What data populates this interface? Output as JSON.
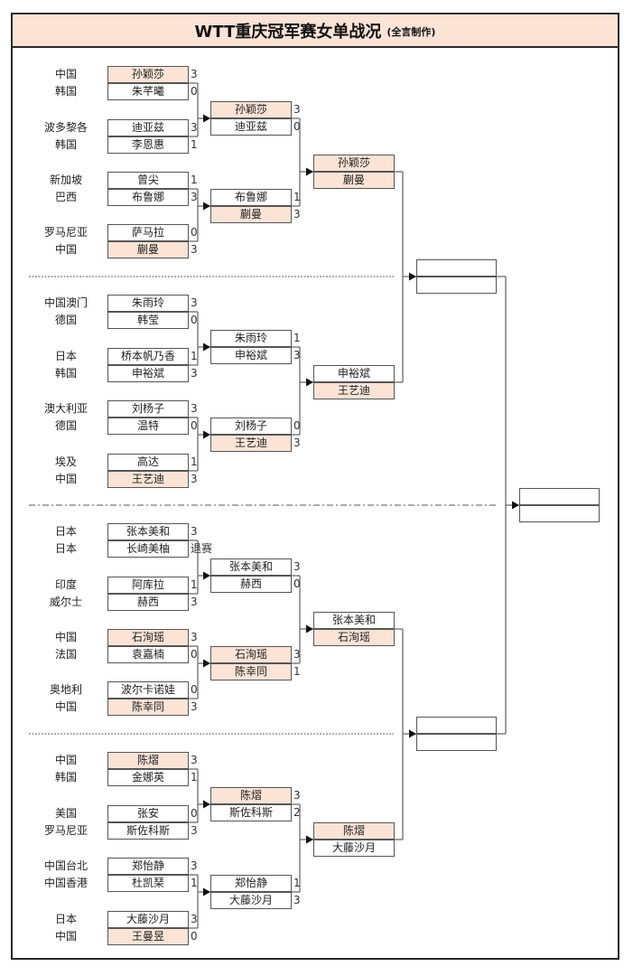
{
  "title": "WTT重庆冠军赛女单战况",
  "subtitle": "(全言制作)",
  "colors": {
    "winner_fill": "#fbe3d6",
    "border": "#555555",
    "frame": "#2a2a2a"
  },
  "round1": [
    {
      "p1": {
        "country": "中国",
        "name": "孙颖莎",
        "score": "3",
        "win": true
      },
      "p2": {
        "country": "韩国",
        "name": "朱芊曦",
        "score": "0",
        "win": false
      }
    },
    {
      "p1": {
        "country": "波多黎各",
        "name": "迪亚兹",
        "score": "3",
        "win": false
      },
      "p2": {
        "country": "韩国",
        "name": "李恩惠",
        "score": "1",
        "win": false
      }
    },
    {
      "p1": {
        "country": "新加坡",
        "name": "曾尖",
        "score": "1",
        "win": false
      },
      "p2": {
        "country": "巴西",
        "name": "布鲁娜",
        "score": "3",
        "win": false
      }
    },
    {
      "p1": {
        "country": "罗马尼亚",
        "name": "萨马拉",
        "score": "0",
        "win": false
      },
      "p2": {
        "country": "中国",
        "name": "蒯曼",
        "score": "3",
        "win": true
      }
    },
    {
      "p1": {
        "country": "中国澳门",
        "name": "朱雨玲",
        "score": "3",
        "win": false
      },
      "p2": {
        "country": "德国",
        "name": "韩莹",
        "score": "0",
        "win": false
      }
    },
    {
      "p1": {
        "country": "日本",
        "name": "桥本帆乃香",
        "score": "1",
        "win": false
      },
      "p2": {
        "country": "韩国",
        "name": "申裕斌",
        "score": "3",
        "win": false
      }
    },
    {
      "p1": {
        "country": "澳大利亚",
        "name": "刘杨子",
        "score": "3",
        "win": false
      },
      "p2": {
        "country": "德国",
        "name": "温特",
        "score": "0",
        "win": false
      }
    },
    {
      "p1": {
        "country": "埃及",
        "name": "高达",
        "score": "1",
        "win": false
      },
      "p2": {
        "country": "中国",
        "name": "王艺迪",
        "score": "3",
        "win": true
      }
    },
    {
      "p1": {
        "country": "日本",
        "name": "张本美和",
        "score": "3",
        "win": false
      },
      "p2": {
        "country": "日本",
        "name": "长崎美柚",
        "score": "退赛",
        "win": false
      }
    },
    {
      "p1": {
        "country": "印度",
        "name": "阿库拉",
        "score": "1",
        "win": false
      },
      "p2": {
        "country": "威尔士",
        "name": "赫西",
        "score": "3",
        "win": false
      }
    },
    {
      "p1": {
        "country": "中国",
        "name": "石洵瑶",
        "score": "3",
        "win": true
      },
      "p2": {
        "country": "法国",
        "name": "袁嘉楠",
        "score": "0",
        "win": false
      }
    },
    {
      "p1": {
        "country": "奥地利",
        "name": "波尔卡诺娃",
        "score": "0",
        "win": false
      },
      "p2": {
        "country": "中国",
        "name": "陈幸同",
        "score": "3",
        "win": true
      }
    },
    {
      "p1": {
        "country": "中国",
        "name": "陈熠",
        "score": "3",
        "win": true
      },
      "p2": {
        "country": "韩国",
        "name": "金娜英",
        "score": "1",
        "win": false
      }
    },
    {
      "p1": {
        "country": "美国",
        "name": "张安",
        "score": "0",
        "win": false
      },
      "p2": {
        "country": "罗马尼亚",
        "name": "斯佐科斯",
        "score": "3",
        "win": false
      }
    },
    {
      "p1": {
        "country": "中国台北",
        "name": "郑怡静",
        "score": "3",
        "win": false
      },
      "p2": {
        "country": "中国香港",
        "name": "杜凯琹",
        "score": "1",
        "win": false
      }
    },
    {
      "p1": {
        "country": "日本",
        "name": "大藤沙月",
        "score": "3",
        "win": false
      },
      "p2": {
        "country": "中国",
        "name": "王曼昱",
        "score": "0",
        "win": true
      }
    }
  ],
  "round2": [
    {
      "p1": {
        "name": "孙颖莎",
        "score": "3",
        "win": true
      },
      "p2": {
        "name": "迪亚兹",
        "score": "0",
        "win": false
      }
    },
    {
      "p1": {
        "name": "布鲁娜",
        "score": "1",
        "win": false
      },
      "p2": {
        "name": "蒯曼",
        "score": "3",
        "win": true
      }
    },
    {
      "p1": {
        "name": "朱雨玲",
        "score": "1",
        "win": false
      },
      "p2": {
        "name": "申裕斌",
        "score": "3",
        "win": false
      }
    },
    {
      "p1": {
        "name": "刘杨子",
        "score": "0",
        "win": false
      },
      "p2": {
        "name": "王艺迪",
        "score": "3",
        "win": true
      }
    },
    {
      "p1": {
        "name": "张本美和",
        "score": "3",
        "win": false
      },
      "p2": {
        "name": "赫西",
        "score": "0",
        "win": false
      }
    },
    {
      "p1": {
        "name": "石洵瑶",
        "score": "3",
        "win": true
      },
      "p2": {
        "name": "陈幸同",
        "score": "1",
        "win": true
      }
    },
    {
      "p1": {
        "name": "陈熠",
        "score": "3",
        "win": true
      },
      "p2": {
        "name": "斯佐科斯",
        "score": "2",
        "win": false
      }
    },
    {
      "p1": {
        "name": "郑怡静",
        "score": "1",
        "win": false
      },
      "p2": {
        "name": "大藤沙月",
        "score": "3",
        "win": false
      }
    }
  ],
  "round3": [
    {
      "p1": {
        "name": "孙颖莎",
        "score": "",
        "win": true
      },
      "p2": {
        "name": "蒯曼",
        "score": "",
        "win": true
      }
    },
    {
      "p1": {
        "name": "申裕斌",
        "score": "",
        "win": false
      },
      "p2": {
        "name": "王艺迪",
        "score": "",
        "win": true
      }
    },
    {
      "p1": {
        "name": "张本美和",
        "score": "",
        "win": false
      },
      "p2": {
        "name": "石洵瑶",
        "score": "",
        "win": true
      }
    },
    {
      "p1": {
        "name": "陈熠",
        "score": "",
        "win": true
      },
      "p2": {
        "name": "大藤沙月",
        "score": "",
        "win": false
      }
    }
  ],
  "semifinal": [
    {
      "p1": {
        "name": "",
        "score": "",
        "win": false
      },
      "p2": {
        "name": "",
        "score": "",
        "win": false
      }
    },
    {
      "p1": {
        "name": "",
        "score": "",
        "win": false
      },
      "p2": {
        "name": "",
        "score": "",
        "win": false
      }
    }
  ],
  "final": {
    "p1": {
      "name": "",
      "score": "",
      "win": false
    },
    "p2": {
      "name": "",
      "score": "",
      "win": false
    }
  }
}
